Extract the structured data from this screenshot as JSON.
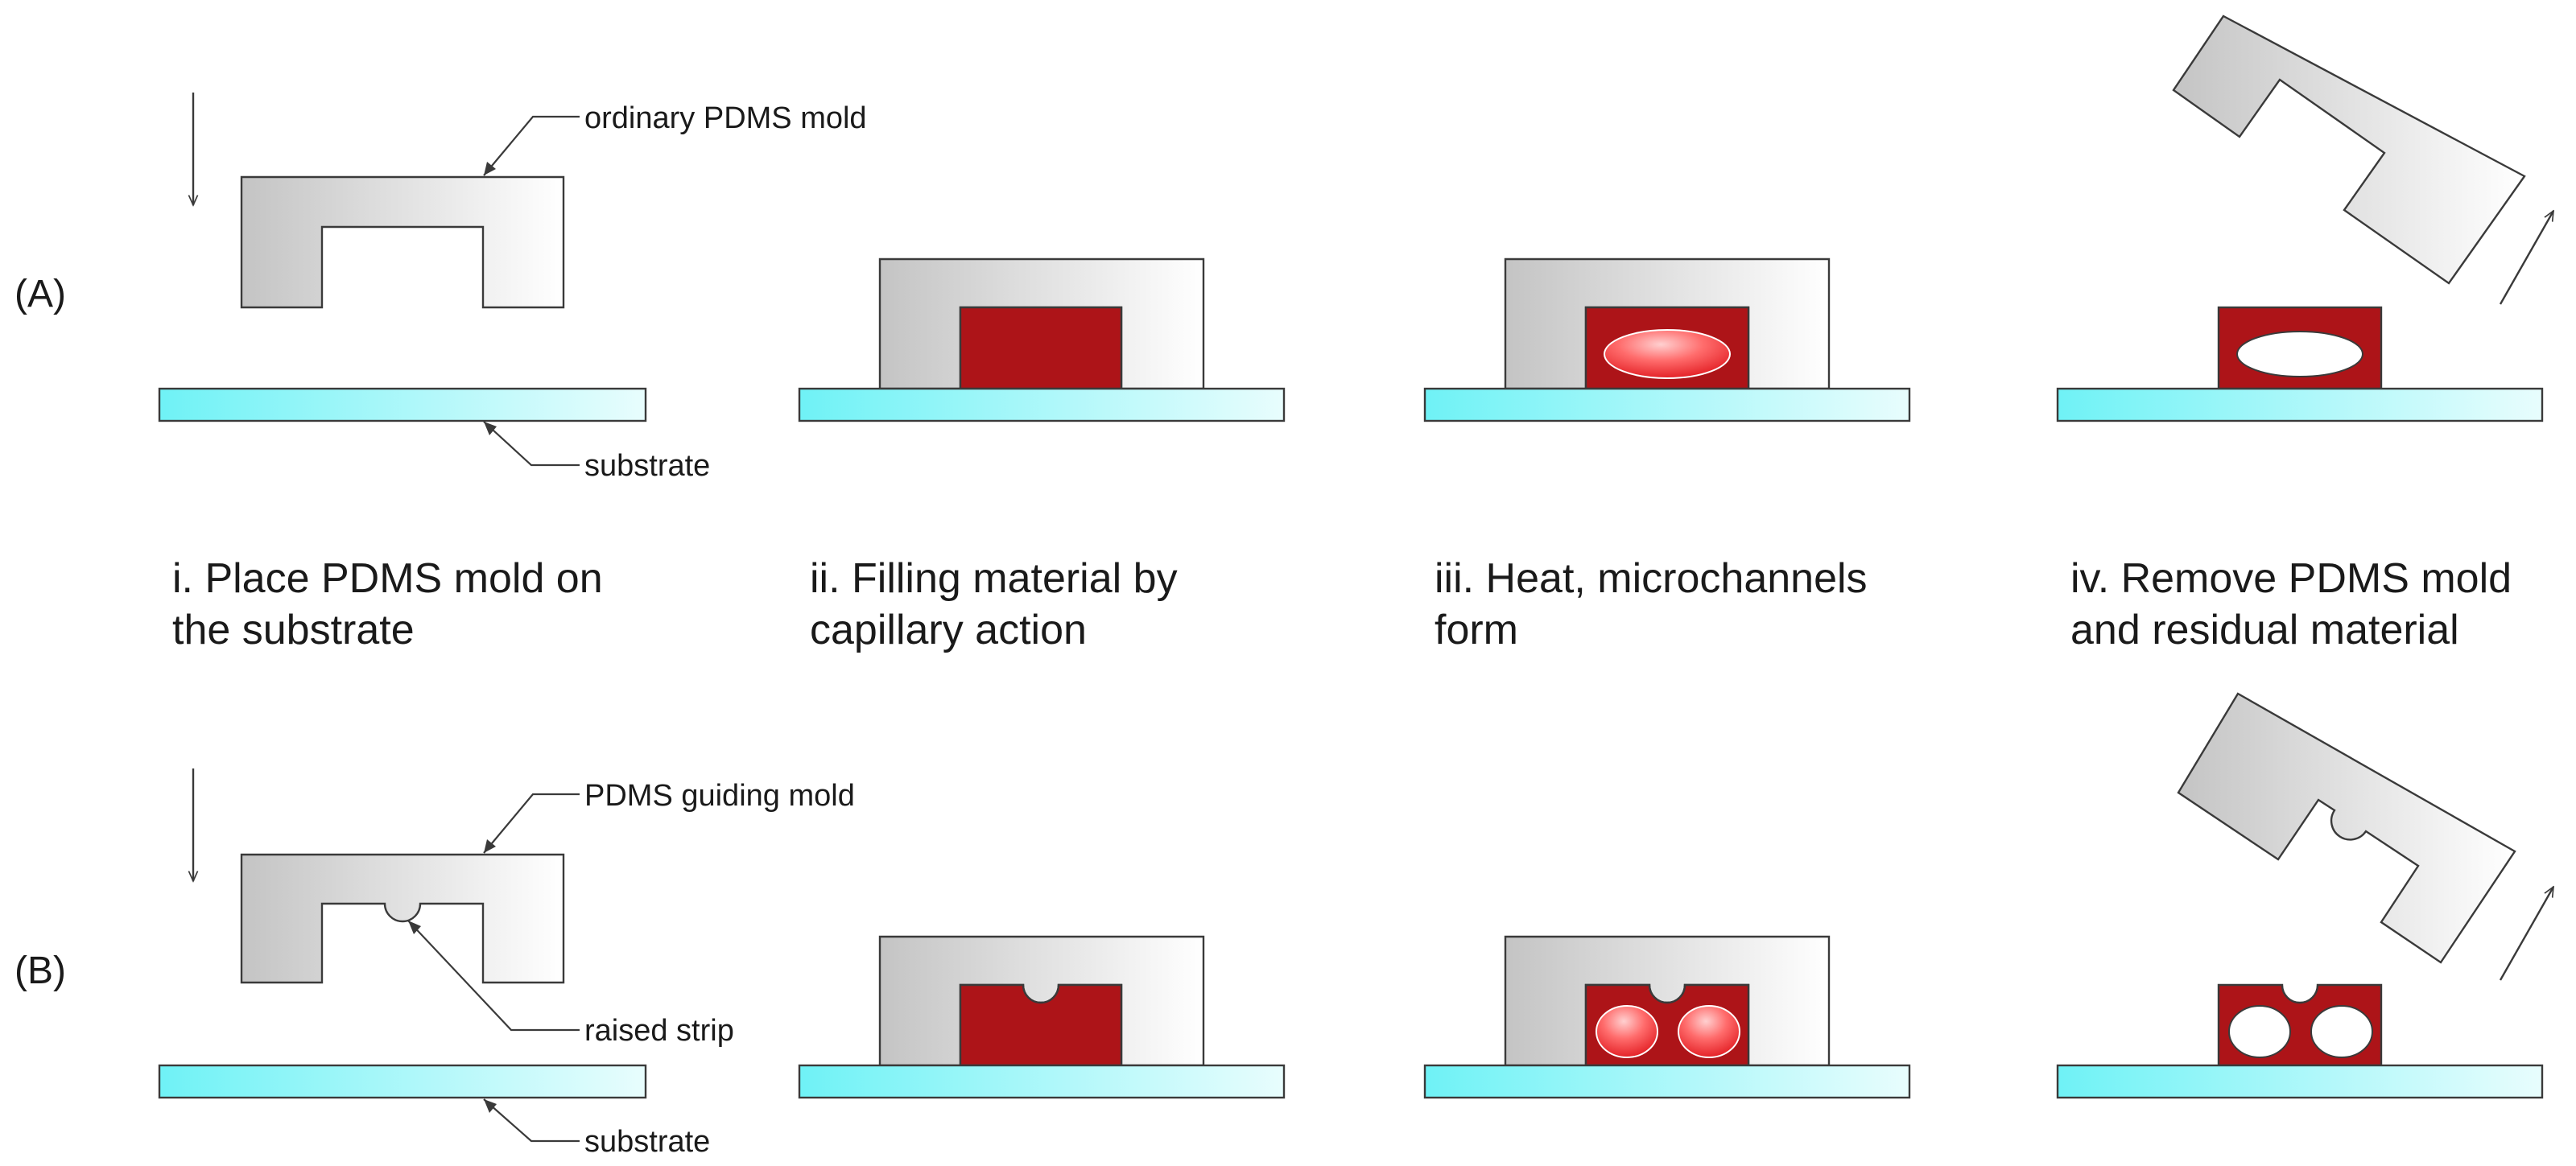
{
  "rows": {
    "a": {
      "label": "(A)",
      "mold_label": "ordinary PDMS mold",
      "substrate_label": "substrate"
    },
    "b": {
      "label": "(B)",
      "mold_label": "PDMS guiding mold",
      "strip_label": "raised strip",
      "substrate_label": "substrate"
    }
  },
  "steps": [
    {
      "line1": "i. Place PDMS mold on",
      "line2": "the substrate"
    },
    {
      "line1": "ii. Filling material by",
      "line2": "capillary action"
    },
    {
      "line1": "iii. Heat, microchannels",
      "line2": "form"
    },
    {
      "line1": "iv. Remove PDMS mold",
      "line2": "and residual material"
    }
  ],
  "colors": {
    "mold_dark": "#c4c4c4",
    "mold_light": "#ffffff",
    "substrate_dark": "#6ff2f6",
    "substrate_light": "#e8fdfd",
    "filling": "#ad1418",
    "channel_bright": "#ff8a8a",
    "channel_dark": "#e8272b",
    "outline": "#3a3a3a"
  }
}
